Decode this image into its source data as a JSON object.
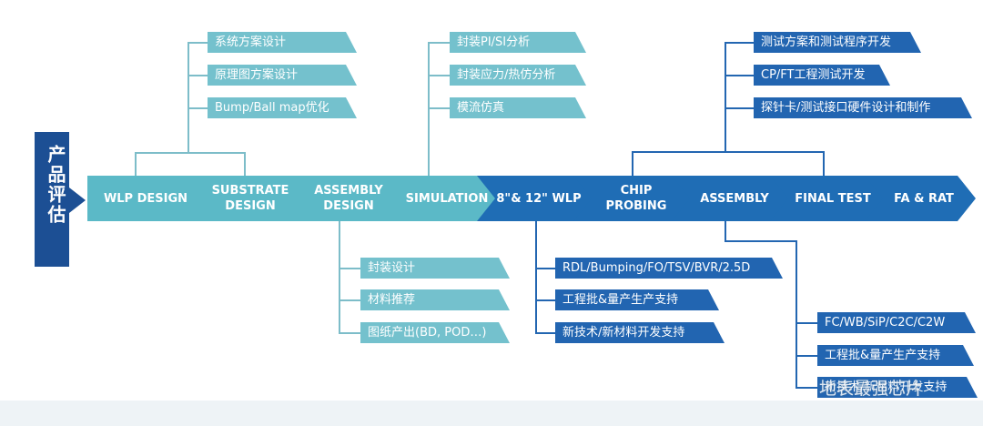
{
  "start_label": "产品评估",
  "stages": [
    {
      "label": "WLP DESIGN",
      "tone": "light"
    },
    {
      "label": "SUBSTRATE\nDESIGN",
      "tone": "light"
    },
    {
      "label": "ASSEMBLY\nDESIGN",
      "tone": "light"
    },
    {
      "label": "SIMULATION",
      "tone": "light"
    },
    {
      "label": "8\"& 12\" WLP",
      "tone": "dark"
    },
    {
      "label": "CHIP\nPROBING",
      "tone": "dark"
    },
    {
      "label": "ASSEMBLY",
      "tone": "dark"
    },
    {
      "label": "FINAL TEST",
      "tone": "dark"
    },
    {
      "label": "FA & RAT",
      "tone": "dark"
    }
  ],
  "groups": {
    "design": [
      "系统方案设计",
      "原理图方案设计",
      "Bump/Ball map优化"
    ],
    "simulation": [
      "封装PI/SI分析",
      "封装应力/热仿分析",
      "模流仿真"
    ],
    "assembly_design": [
      "封装设计",
      "材料推荐",
      "图纸产出(BD, POD…)"
    ],
    "wlp": [
      "RDL/Bumping/FO/TSV/BVR/2.5D",
      "工程批&量产生产支持",
      "新技术/新材料开发支持"
    ],
    "probing": [
      "测试方案和测试程序开发",
      "CP/FT工程测试开发",
      "探针卡/测试接口硬件设计和制作"
    ],
    "assembly": [
      "FC/WB/SiP/C2C/C2W",
      "工程批&量产生产支持",
      "新技术/新材料开发支持"
    ]
  },
  "watermark": "地表最强芯片"
}
